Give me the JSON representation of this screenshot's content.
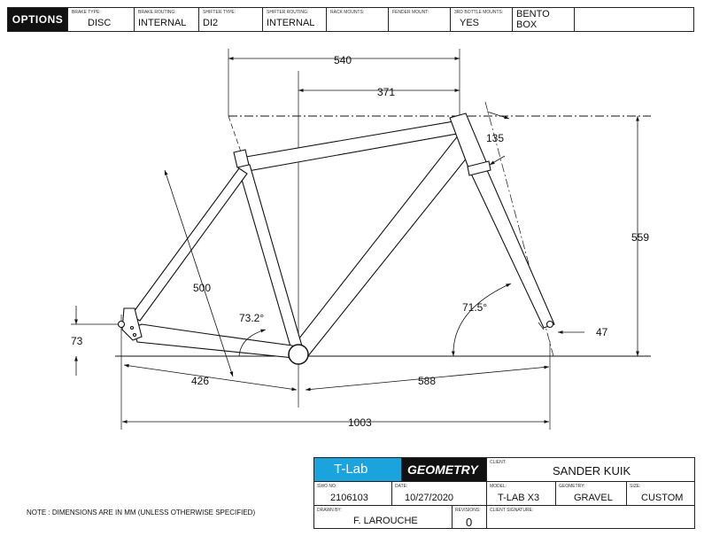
{
  "options": {
    "title": "OPTIONS",
    "fields": [
      {
        "label": "BRAKE TYPE:",
        "value": "DISC"
      },
      {
        "label": "BRAKE ROUTING:",
        "value": "INTERNAL"
      },
      {
        "label": "SHIFTER TYPE:",
        "value": "DI2"
      },
      {
        "label": "SHIFTER ROUTING:",
        "value": "INTERNAL"
      },
      {
        "label": "RACK MOUNTS:",
        "value": ""
      },
      {
        "label": "FENDER MOUNT:",
        "value": ""
      },
      {
        "label": "3RD BOTTLE MOUNTS:",
        "value": "YES"
      },
      {
        "label": "",
        "value": "BENTO\nBOX"
      },
      {
        "label": "",
        "value": ""
      }
    ]
  },
  "dimensions": {
    "reach_total": "540",
    "reach": "371",
    "head_tube": "135",
    "stack": "559",
    "seat_tube": "500",
    "seat_angle": "73.2°",
    "head_angle": "71.5°",
    "bb_drop": "73",
    "fork_offset": "47",
    "chainstay": "426",
    "front_center": "588",
    "wheelbase": "1003"
  },
  "title_block": {
    "brand": "T-Lab",
    "section": "GEOMETRY",
    "client_label": "CLIENT:",
    "client": "SANDER KUIK",
    "swo_label": "SWO NO:",
    "swo": "2106103",
    "date_label": "DATE:",
    "date": "10/27/2020",
    "model_label": "MODEL:",
    "model": "T-LAB X3",
    "geometry_label": "GEOMETRY:",
    "geometry": "GRAVEL",
    "size_label": "SIZE:",
    "size": "CUSTOM",
    "drawn_by_label": "DRAWN BY:",
    "drawn_by": "F. LAROUCHE",
    "revisions_label": "REVISIONS:",
    "revisions": "0",
    "client_signature_label": "CLIENT SIGNATURE:"
  },
  "note": "NOTE : DIMENSIONS ARE IN MM (UNLESS OTHERWISE SPECIFIED)",
  "colors": {
    "brand_bg": "#1aa3dd",
    "header_dark": "#111111"
  }
}
